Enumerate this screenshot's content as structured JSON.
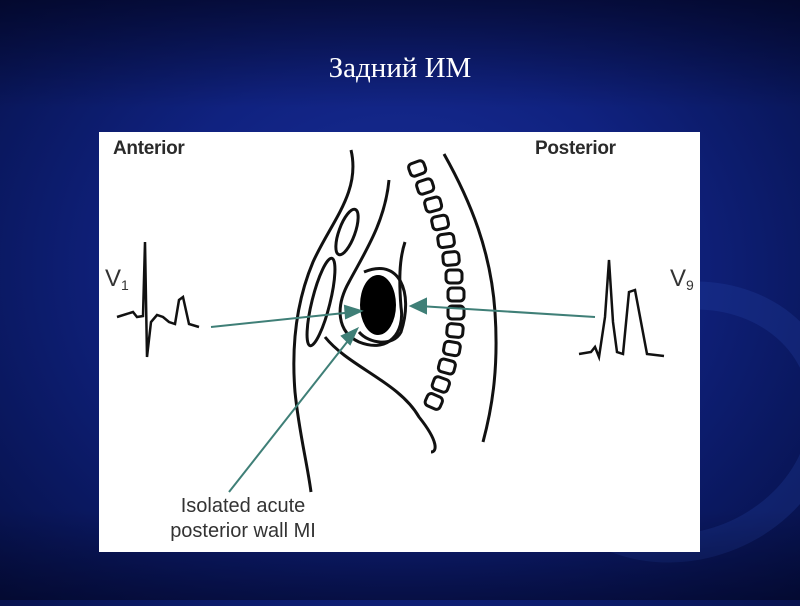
{
  "slide": {
    "title": "Задний ИМ"
  },
  "diagram": {
    "anterior_label": "Anterior",
    "posterior_label": "Posterior",
    "lead_left": {
      "letter": "V",
      "subscript": "1"
    },
    "lead_right": {
      "letter": "V",
      "subscript": "9"
    },
    "caption_line1": "Isolated acute",
    "caption_line2": "posterior wall MI"
  },
  "colors": {
    "background": "#102280",
    "arrow": "#3f7f77",
    "ink": "#111111"
  }
}
